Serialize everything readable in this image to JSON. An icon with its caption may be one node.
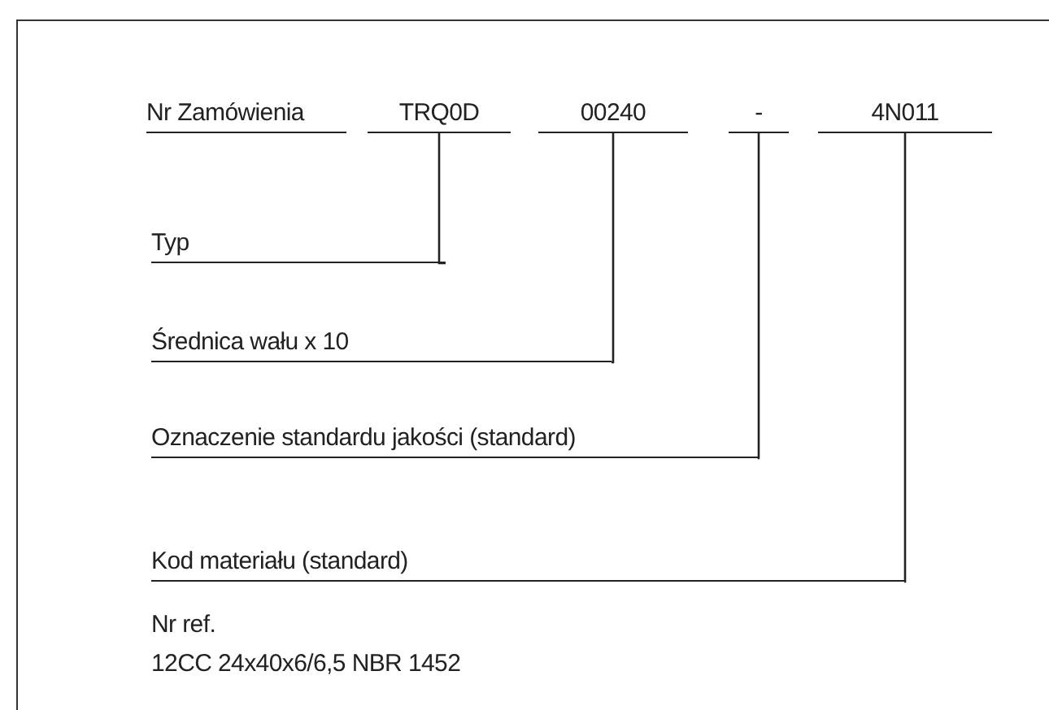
{
  "diagram": {
    "nodes": [
      {
        "text": [
          "Nr Zamówienia"
        ]
      },
      {
        "text": [
          "TRQ0D"
        ]
      },
      {
        "text": [
          "00240"
        ]
      },
      {
        "text": [
          "-"
        ]
      },
      {
        "text": [
          "4N011"
        ]
      },
      {
        "text": [
          "Typ"
        ]
      },
      {
        "text": [
          "Średnica wału x 10"
        ]
      },
      {
        "text": [
          "Oznaczenie standardu jakości (standard)"
        ]
      },
      {
        "text": [
          "Kod materiału (standard)"
        ]
      }
    ],
    "edges": [
      {
        "from": 1,
        "to": 5,
        "arrow": "none"
      },
      {
        "from": 2,
        "to": 6,
        "arrow": "none"
      },
      {
        "from": 3,
        "to": 7,
        "arrow": "none"
      },
      {
        "from": 4,
        "to": 8,
        "arrow": "none"
      }
    ],
    "labels": [
      "Nr ref.",
      "12CC 24x40x6/6,5 NBR 1452"
    ]
  }
}
